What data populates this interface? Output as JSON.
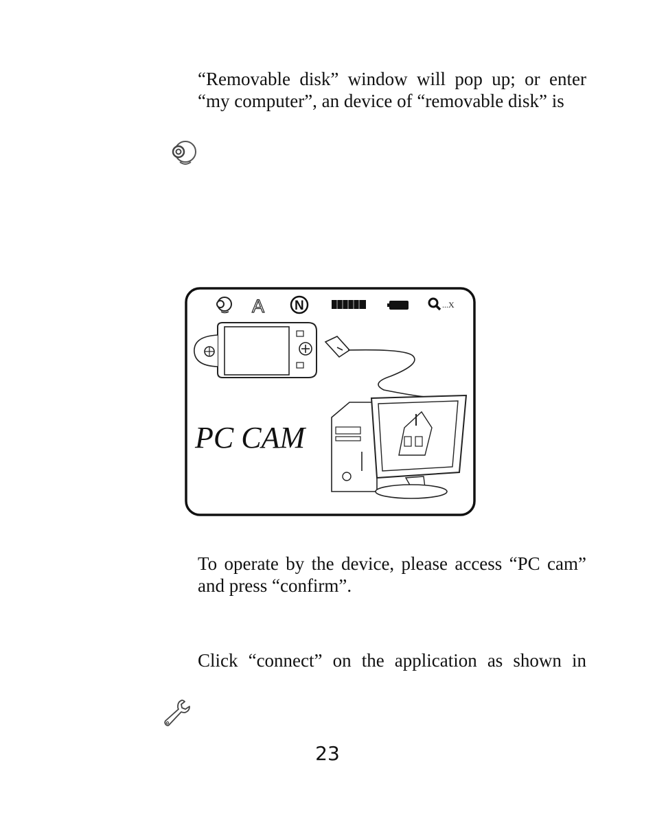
{
  "paragraphs": [
    {
      "lines": [
        "“Removable disk” window will pop up; or enter",
        "“my computer”, an device of “removable disk” is"
      ]
    },
    {
      "lines": [
        "To operate by the device, please access “PC cam”",
        "and press “confirm”."
      ]
    },
    {
      "lines": [
        "Click “connect” on the application as shown in"
      ]
    }
  ],
  "figure": {
    "label": "PC CAM",
    "zoom_suffix": "...X",
    "status_letter_a": "A",
    "status_letter_n": "N"
  },
  "icons": {
    "webcam": "webcam-icon",
    "wrench": "wrench-icon"
  },
  "page_number": "23"
}
